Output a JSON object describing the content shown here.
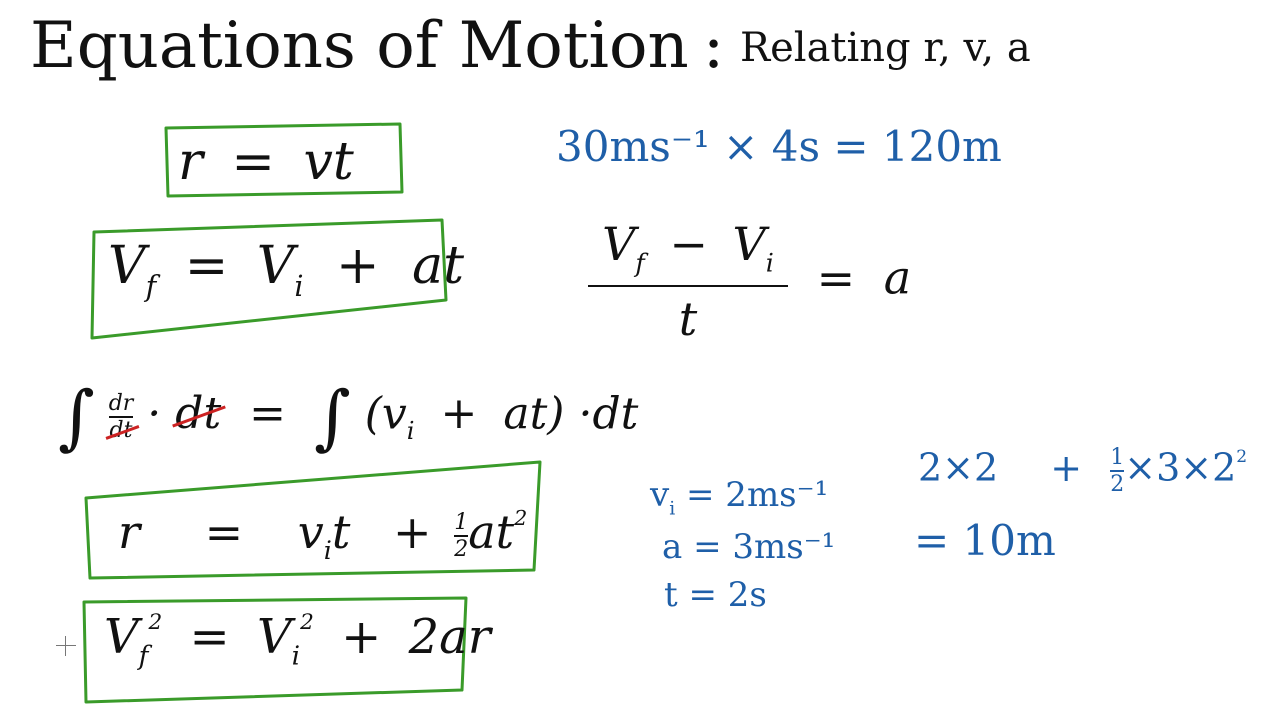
{
  "title": {
    "main": "Equations of Motion",
    "colon": ":",
    "sub": "Relating r, v, a"
  },
  "boxed_equations": {
    "eq1": {
      "lhs": "r",
      "eq": "=",
      "rhs": "vt"
    },
    "eq2": {
      "v": "V",
      "f": "f",
      "eq": "=",
      "vi": "V",
      "i": "i",
      "plus": "+",
      "at": "at"
    },
    "eq3": {
      "r": "r",
      "eq": "=",
      "vi": "v",
      "i": "i",
      "t": "t",
      "plus": "+",
      "half_n": "1",
      "half_d": "2",
      "a": "a",
      "t2": "t",
      "exp": "2"
    },
    "eq4": {
      "v": "V",
      "f": "f",
      "exp": "2",
      "eq": "=",
      "vi": "V",
      "i": "i",
      "exp2": "2",
      "plus": "+",
      "rhs": "2ar"
    }
  },
  "integral_line": {
    "int1": "∫",
    "num": "dr",
    "den": "dt",
    "dot": "·",
    "dt_struck": "dt",
    "eq": "=",
    "int2": "∫",
    "paren_open": "(",
    "vi": "v",
    "i": "i",
    "plus": "+",
    "at": "at",
    "paren_close": ")",
    "dot2": "·",
    "dt": "dt"
  },
  "example1": "30ms⁻¹ × 4s = 120m",
  "accel_def": {
    "num_v": "V",
    "num_f": "f",
    "minus": "−",
    "num_vi": "V",
    "num_i": "i",
    "den": "t",
    "eq": "=",
    "a": "a"
  },
  "given": {
    "vi_label": "v",
    "vi_sub": "i",
    "vi_val": "= 2ms⁻¹",
    "a": "a = 3ms⁻¹",
    "t": "t = 2s"
  },
  "calc": {
    "part1": "2×2",
    "plus": "+",
    "half_n": "1",
    "half_d": "2",
    "part2": "×3×2",
    "exp": "2",
    "result": "= 10m"
  },
  "colors": {
    "box": "#3a9b2a",
    "blue_ink": "#1f5fa8",
    "red_strike": "#cc2222",
    "ink": "#111111"
  }
}
